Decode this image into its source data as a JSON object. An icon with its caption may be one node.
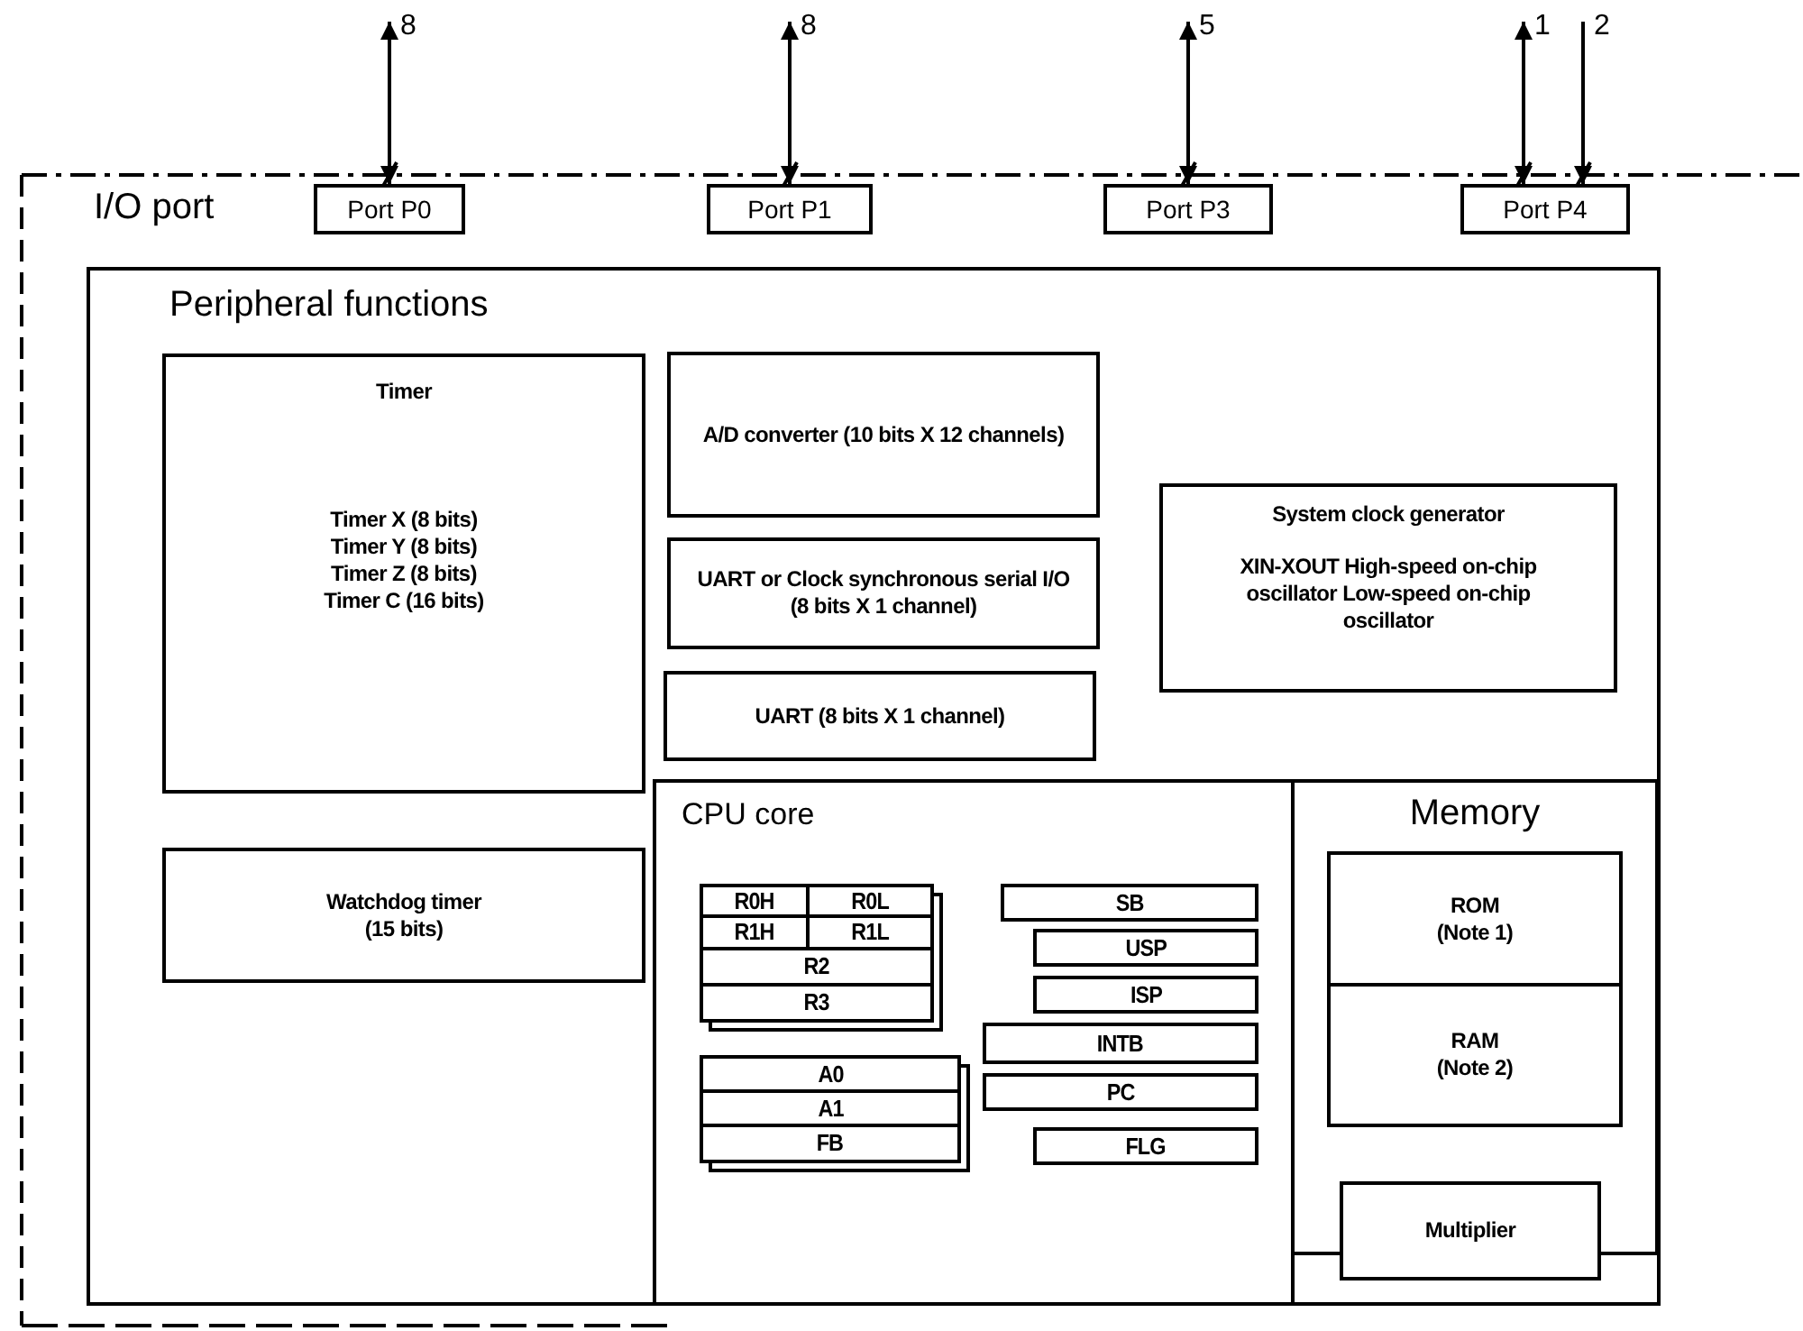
{
  "diagram": {
    "nodes": [
      {
        "text": [
          "Port P0"
        ]
      },
      {
        "text": [
          "Port P1"
        ]
      },
      {
        "text": [
          "Port P3"
        ]
      },
      {
        "text": [
          "Port P4"
        ]
      },
      {
        "text": [
          "Peripheral functions"
        ]
      },
      {
        "text": [
          "Timer",
          "Timer X (8 bits) Timer Y (8 bits) Timer Z (8 bits) Timer C (16 bits)"
        ],
        "in": 4
      },
      {
        "text": [
          "A/D converter (10 bits X 12 channels)"
        ],
        "in": 4
      },
      {
        "text": [
          "UART or Clock synchronous serial I/O (8 bits X 1 channel)"
        ],
        "in": 4
      },
      {
        "text": [
          "UART (8 bits X 1 channel)"
        ],
        "in": 4
      },
      {
        "text": [
          "System clock generator",
          "XIN-XOUT High-speed on-chip oscillator Low-speed on-chip oscillator"
        ],
        "in": 4
      },
      {
        "text": [
          "Watchdog timer (15 bits)"
        ],
        "in": 4
      },
      {
        "text": [
          "CPU core"
        ],
        "in": 4
      },
      {
        "text": [
          "R0H"
        ],
        "in": 11
      },
      {
        "text": [
          "R0L"
        ],
        "in": 11
      },
      {
        "text": [
          "R1H"
        ],
        "in": 11
      },
      {
        "text": [
          "R1L"
        ],
        "in": 11
      },
      {
        "text": [
          "R2"
        ],
        "in": 11
      },
      {
        "text": [
          "R3"
        ],
        "in": 11
      },
      {
        "text": [
          "A0"
        ],
        "in": 11
      },
      {
        "text": [
          "A1"
        ],
        "in": 11
      },
      {
        "text": [
          "FB"
        ],
        "in": 11
      },
      {
        "text": [
          "SB"
        ],
        "in": 11
      },
      {
        "text": [
          "USP"
        ],
        "in": 11
      },
      {
        "text": [
          "ISP"
        ],
        "in": 11
      },
      {
        "text": [
          "INTB"
        ],
        "in": 11
      },
      {
        "text": [
          "PC"
        ],
        "in": 11
      },
      {
        "text": [
          "FLG"
        ],
        "in": 11
      },
      {
        "text": [
          "Memory"
        ],
        "in": 4
      },
      {
        "text": [
          "ROM (Note 1)"
        ],
        "in": 27
      },
      {
        "text": [
          "RAM (Note 2)"
        ],
        "in": 27
      },
      {
        "text": [
          "Multiplier"
        ],
        "in": 4
      }
    ],
    "edges": [
      {
        "from": null,
        "to": 0,
        "arrow": "both",
        "label": "8"
      },
      {
        "from": null,
        "to": 1,
        "arrow": "both",
        "label": "8"
      },
      {
        "from": null,
        "to": 2,
        "arrow": "both",
        "label": "5"
      },
      {
        "from": null,
        "to": 3,
        "arrow": "both",
        "label": "1"
      },
      {
        "from": null,
        "to": 3,
        "arrow": "to",
        "label": "2"
      }
    ],
    "labels": [
      "I/O port"
    ]
  }
}
